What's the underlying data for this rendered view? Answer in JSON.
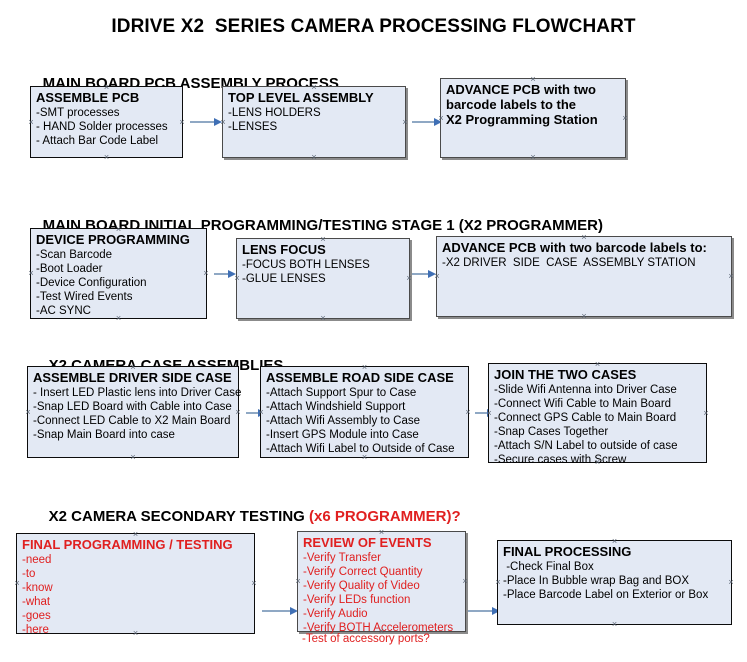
{
  "document": {
    "title": "IDRIVE X2  SERIES CAMERA PROCESSING FLOWCHART"
  },
  "sections": [
    {
      "id": "main-board-pcb-assembly",
      "title": "MAIN BOARD PCB ASSEMBLY PROCESS",
      "title_suffix": "",
      "boxes": [
        {
          "id": "assemble-pcb",
          "title": "ASSEMBLE PCB",
          "lines": [
            "-SMT processes",
            "- HAND Solder processes",
            "- Attach Bar Code Label"
          ]
        },
        {
          "id": "top-level-assembly",
          "title": "TOP LEVEL ASSEMBLY",
          "lines": [
            "-LENS HOLDERS",
            "-LENSES"
          ]
        },
        {
          "id": "advance-pcb-programming-station",
          "title": "ADVANCE PCB with two\nbarcode labels to the\n X2 Programming Station",
          "lines": []
        }
      ]
    },
    {
      "id": "main-board-initial-programming",
      "title": "MAIN BOARD INITIAL PROGRAMMING/TESTING STAGE 1 (X2 PROGRAMMER)",
      "title_suffix": "",
      "boxes": [
        {
          "id": "device-programming",
          "title": "DEVICE PROGRAMMING",
          "lines": [
            "-Scan Barcode",
            "-Boot Loader",
            "-Device Configuration",
            "-Test Wired Events",
            "-AC SYNC"
          ]
        },
        {
          "id": "lens-focus",
          "title": "LENS FOCUS",
          "lines": [
            "-FOCUS BOTH LENSES",
            "-GLUE LENSES"
          ]
        },
        {
          "id": "advance-pcb-driver-side-case",
          "title": "ADVANCE PCB with two barcode labels to:",
          "lines": [
            "-X2 DRIVER  SIDE  CASE  ASSEMBLY STATION"
          ]
        }
      ]
    },
    {
      "id": "x2-camera-case-assemblies",
      "title": "X2 CAMERA CASE ASSEMBLIES",
      "title_suffix": "",
      "boxes": [
        {
          "id": "assemble-driver-side-case",
          "title": "ASSEMBLE DRIVER SIDE CASE",
          "lines": [
            "- Insert LED Plastic lens into Driver Case",
            "-Snap LED Board with Cable into Case",
            "-Connect LED Cable to X2 Main Board",
            "-Snap Main Board into case"
          ]
        },
        {
          "id": "assemble-road-side-case",
          "title": "ASSEMBLE ROAD SIDE CASE",
          "lines": [
            "-Attach Support Spur to Case",
            "-Attach Windshield Support",
            "-Attach Wifi Assembly to Case",
            "-Insert GPS Module into Case",
            "-Attach Wifi Label to Outside of Case"
          ]
        },
        {
          "id": "join-the-two-cases",
          "title": "JOIN THE TWO CASES",
          "lines": [
            "-Slide Wifi Antenna into Driver Case",
            "-Connect Wifi Cable to Main Board",
            "-Connect GPS Cable to Main Board",
            "-Snap Cases Together",
            "-Attach S/N Label to outside of case",
            "-Secure cases with Screw"
          ]
        }
      ]
    },
    {
      "id": "x2-camera-secondary-testing",
      "title": "X2 CAMERA SECONDARY TESTING ",
      "title_suffix": "(x6 PROGRAMMER)?",
      "boxes": [
        {
          "id": "final-programming-testing",
          "title": "FINAL PROGRAMMING / TESTING",
          "lines": [
            "-need",
            "-to",
            "-know",
            "-what",
            "-goes",
            "-here"
          ]
        },
        {
          "id": "review-of-events",
          "title": "REVIEW OF EVENTS",
          "lines": [
            "-Verify Transfer",
            "-Verify Correct Quantity",
            "-Verify Quality of Video",
            "-Verify LEDs function",
            "-Verify Audio",
            "-Verify BOTH Accelerometers"
          ],
          "overflow_line": "-Test of accessory ports?"
        },
        {
          "id": "final-processing",
          "title": "FINAL PROCESSING",
          "lines": [
            " -Check Final Box",
            "-Place In Bubble wrap Bag and BOX",
            "-Place Barcode Label on Exterior or Box"
          ]
        }
      ]
    }
  ],
  "colors": {
    "box_fill": "#e3e9f4",
    "box_border": "#0c0c0c",
    "accent_red": "#e02020",
    "arrow_line": "#8fa8c4",
    "arrow_head": "#3f6fb5",
    "text": "#000000"
  }
}
